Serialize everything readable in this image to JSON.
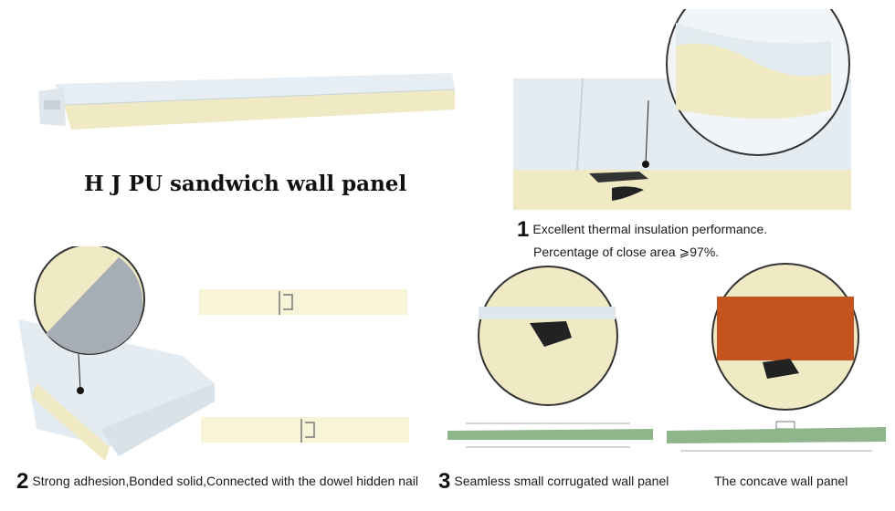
{
  "title": "H J PU sandwich wall panel",
  "features": [
    {
      "number": "1",
      "lines": [
        "Excellent thermal insulation performance.",
        "Percentage  of close area ⩾97%."
      ]
    },
    {
      "number": "2",
      "lines": [
        "Strong adhesion,Bonded solid,Connected with the dowel hidden nail"
      ]
    },
    {
      "number": "3",
      "lines": [
        "Seamless small corrugated wall panel"
      ]
    },
    {
      "number": "",
      "lines": [
        "The concave wall panel"
      ]
    }
  ],
  "colors": {
    "foam_core": "#efe9c4",
    "steel_face": "#dde8ef",
    "wood_face": "#c4531f",
    "drawing_fill": "#8fb58a"
  }
}
